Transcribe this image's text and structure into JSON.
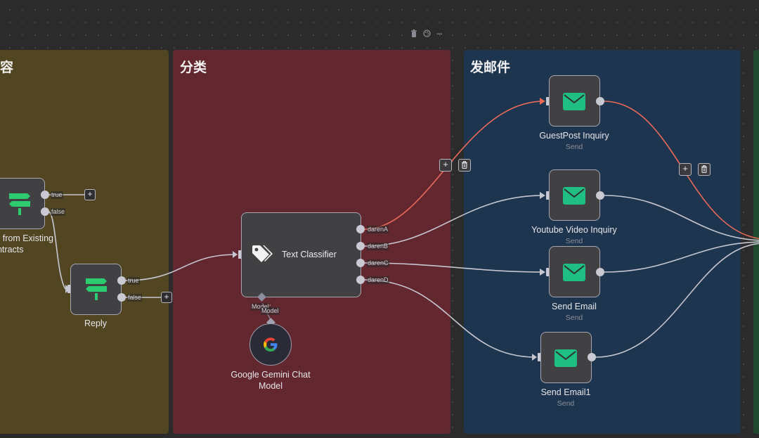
{
  "toolbar": {
    "delete_icon": "trash-icon",
    "color_icon": "palette-icon",
    "more_label": "···"
  },
  "stickies": [
    {
      "title": "容",
      "color": "#524622"
    },
    {
      "title": "分类",
      "color": "#632730"
    },
    {
      "title": "发邮件",
      "color": "#1e354f"
    },
    {
      "title": "",
      "color": "#1f4a2f"
    }
  ],
  "nodes": {
    "if_existing": {
      "label_line1": "s from Existing",
      "label_line2": "Contracts",
      "icon": "signpost-icon",
      "outputs": [
        "true",
        "false"
      ]
    },
    "reply": {
      "label": "Reply",
      "icon": "signpost-icon",
      "outputs": [
        "true",
        "false"
      ]
    },
    "text_classifier": {
      "label": "Text Classifier",
      "icon": "tag-icon",
      "outputs": [
        "darenA",
        "darenB",
        "darenC",
        "darenD"
      ],
      "sub_input_label": "Model",
      "sub_input_required_mark": "*"
    },
    "gemini": {
      "label_line1": "Google Gemini Chat",
      "label_line2": "Model",
      "output_label": "Model",
      "icon": "google-g-icon"
    },
    "guestpost": {
      "label": "GuestPost Inquiry",
      "sub": "Send",
      "icon": "envelope-icon"
    },
    "youtube": {
      "label": "Youtube Video Inquiry",
      "sub": "Send",
      "icon": "envelope-icon"
    },
    "send_email": {
      "label": "Send Email",
      "sub": "Send",
      "icon": "envelope-icon"
    },
    "send_email1": {
      "label": "Send Email1",
      "sub": "Send",
      "icon": "envelope-icon"
    }
  },
  "edge_buttons": {
    "add_label": "+",
    "delete_icon": "trash-icon"
  },
  "colors": {
    "edge_default": "#c6c6d0",
    "edge_hover": "#e86a5a",
    "node_icon_green": "#2ecc71",
    "envelope_green": "#1fbf83"
  }
}
